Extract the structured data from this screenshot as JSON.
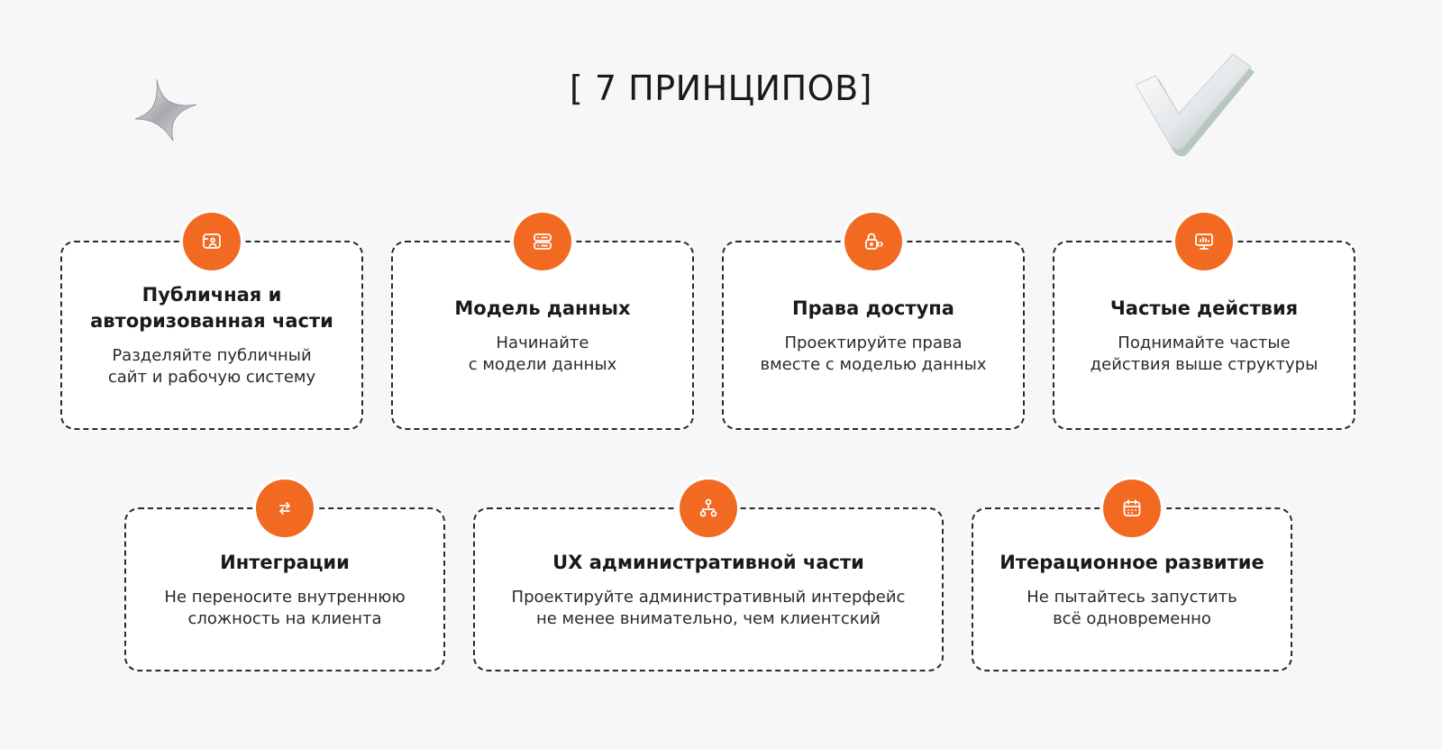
{
  "title": "[ 7 ПРИНЦИПОВ]",
  "accent_color": "#f26a21",
  "decorations": {
    "left": "sparkle-star-icon",
    "right": "checkmark-icon"
  },
  "cards": [
    {
      "icon": "public-site-icon",
      "title": "Публичная и\nавторизованная части",
      "text": "Разделяйте публичный\nсайт и рабочую систему"
    },
    {
      "icon": "database-icon",
      "title": "Модель данных",
      "text": "Начинайте\nс модели данных"
    },
    {
      "icon": "lock-code-icon",
      "title": "Права доступа",
      "text": "Проектируйте права\nвместе с моделью данных"
    },
    {
      "icon": "monitor-icon",
      "title": "Частые действия",
      "text": "Поднимайте частые\nдействия выше структуры"
    },
    {
      "icon": "arrows-exchange-icon",
      "title": "Интеграции",
      "text": "Не переносите внутреннюю\nсложность на клиента"
    },
    {
      "icon": "hierarchy-icon",
      "title": "UX административной части",
      "text": "Проектируйте административный интерфейс\nне менее внимательно, чем клиентский"
    },
    {
      "icon": "calendar-icon",
      "title": "Итерационное развитие",
      "text": "Не пытайтесь запустить\nвсё одновременно"
    }
  ]
}
